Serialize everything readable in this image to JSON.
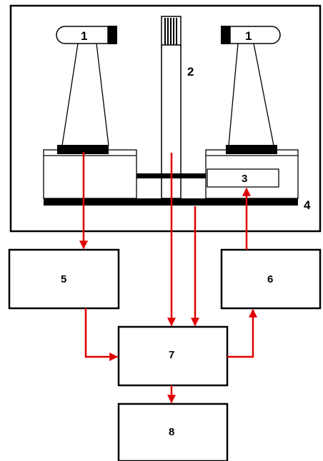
{
  "labels": {
    "lamp_left": "1",
    "lamp_right": "1",
    "column": "2",
    "sensor": "3",
    "base_plate": "4",
    "block_5": "5",
    "block_6": "6",
    "block_7": "7",
    "block_8": "8"
  },
  "colors": {
    "line": "#000000",
    "arrow": "#e00000",
    "background": "#ffffff"
  }
}
